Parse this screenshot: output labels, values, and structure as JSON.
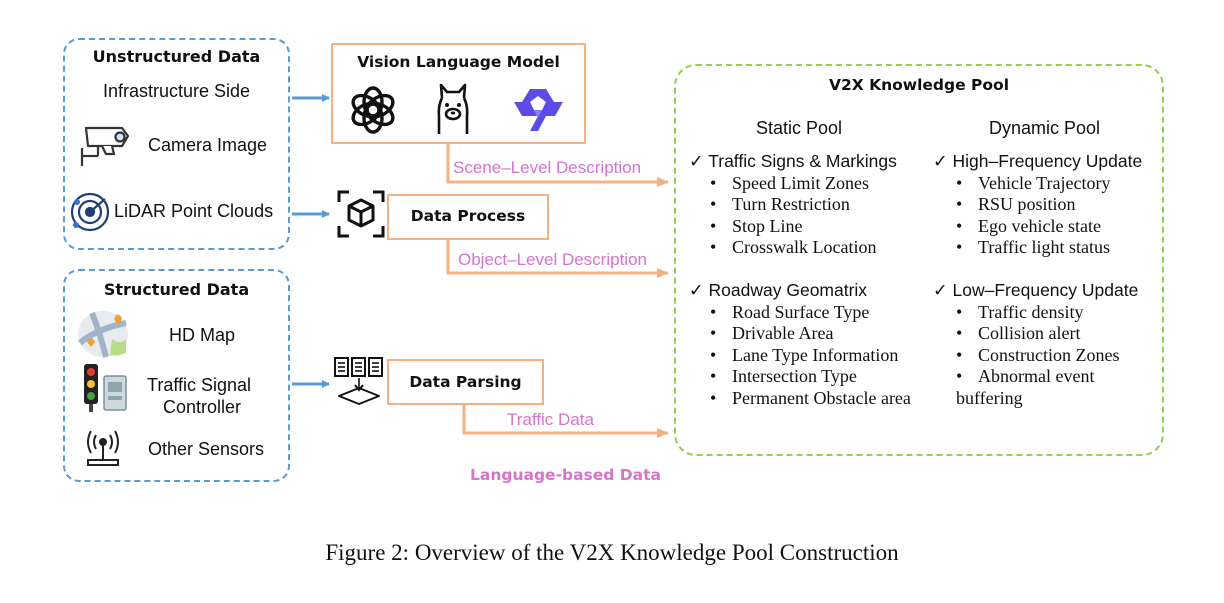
{
  "unstructured": {
    "title": "Unstructured Data",
    "infra": "Infrastructure Side",
    "camera": "Camera Image",
    "lidar": "LiDAR Point Clouds"
  },
  "structured": {
    "title": "Structured Data",
    "hdmap": "HD Map",
    "signal_line1": "Traffic Signal",
    "signal_line2": "Controller",
    "other": "Other Sensors"
  },
  "vlm": {
    "title": "Vision Language Model"
  },
  "process": {
    "title": "Data Process"
  },
  "parsing": {
    "title": "Data Parsing"
  },
  "flows": {
    "scene": "Scene–Level Description",
    "object": "Object–Level Description",
    "traffic": "Traffic Data",
    "language": "Language-based Data"
  },
  "pool": {
    "title": "V2X Knowledge Pool",
    "static_title": "Static Pool",
    "dynamic_title": "Dynamic Pool",
    "static_groups": [
      {
        "head": "✓ Traffic Signs & Markings",
        "items": [
          "Speed Limit Zones",
          "Turn Restriction",
          "Stop Line",
          "Crosswalk Location"
        ]
      },
      {
        "head": "✓ Roadway Geomatrix",
        "items": [
          "Road Surface Type",
          "Drivable Area",
          "Lane Type Information",
          "Intersection Type",
          "Permanent Obstacle area"
        ]
      }
    ],
    "dynamic_groups": [
      {
        "head": "✓ High–Frequency Update",
        "items": [
          "Vehicle Trajectory",
          "RSU position",
          "Ego vehicle state",
          "Traffic light status"
        ]
      },
      {
        "head": "✓ Low–Frequency Update",
        "items": [
          "Traffic density",
          "Collision alert",
          "Construction Zones",
          "Abnormal event",
          "buffering"
        ]
      }
    ]
  },
  "caption": "Figure 2: Overview of the V2X Knowledge Pool Construction",
  "colors": {
    "blue": "#5b9bd5",
    "green": "#92d050",
    "orange": "#f4b183",
    "pink": "#d673cc"
  },
  "icons": [
    "camera-icon",
    "lidar-icon",
    "openai-icon",
    "llama-icon",
    "qwen-icon",
    "cube-scan-icon",
    "map-icon",
    "traffic-light-icon",
    "antenna-icon",
    "documents-icon"
  ]
}
